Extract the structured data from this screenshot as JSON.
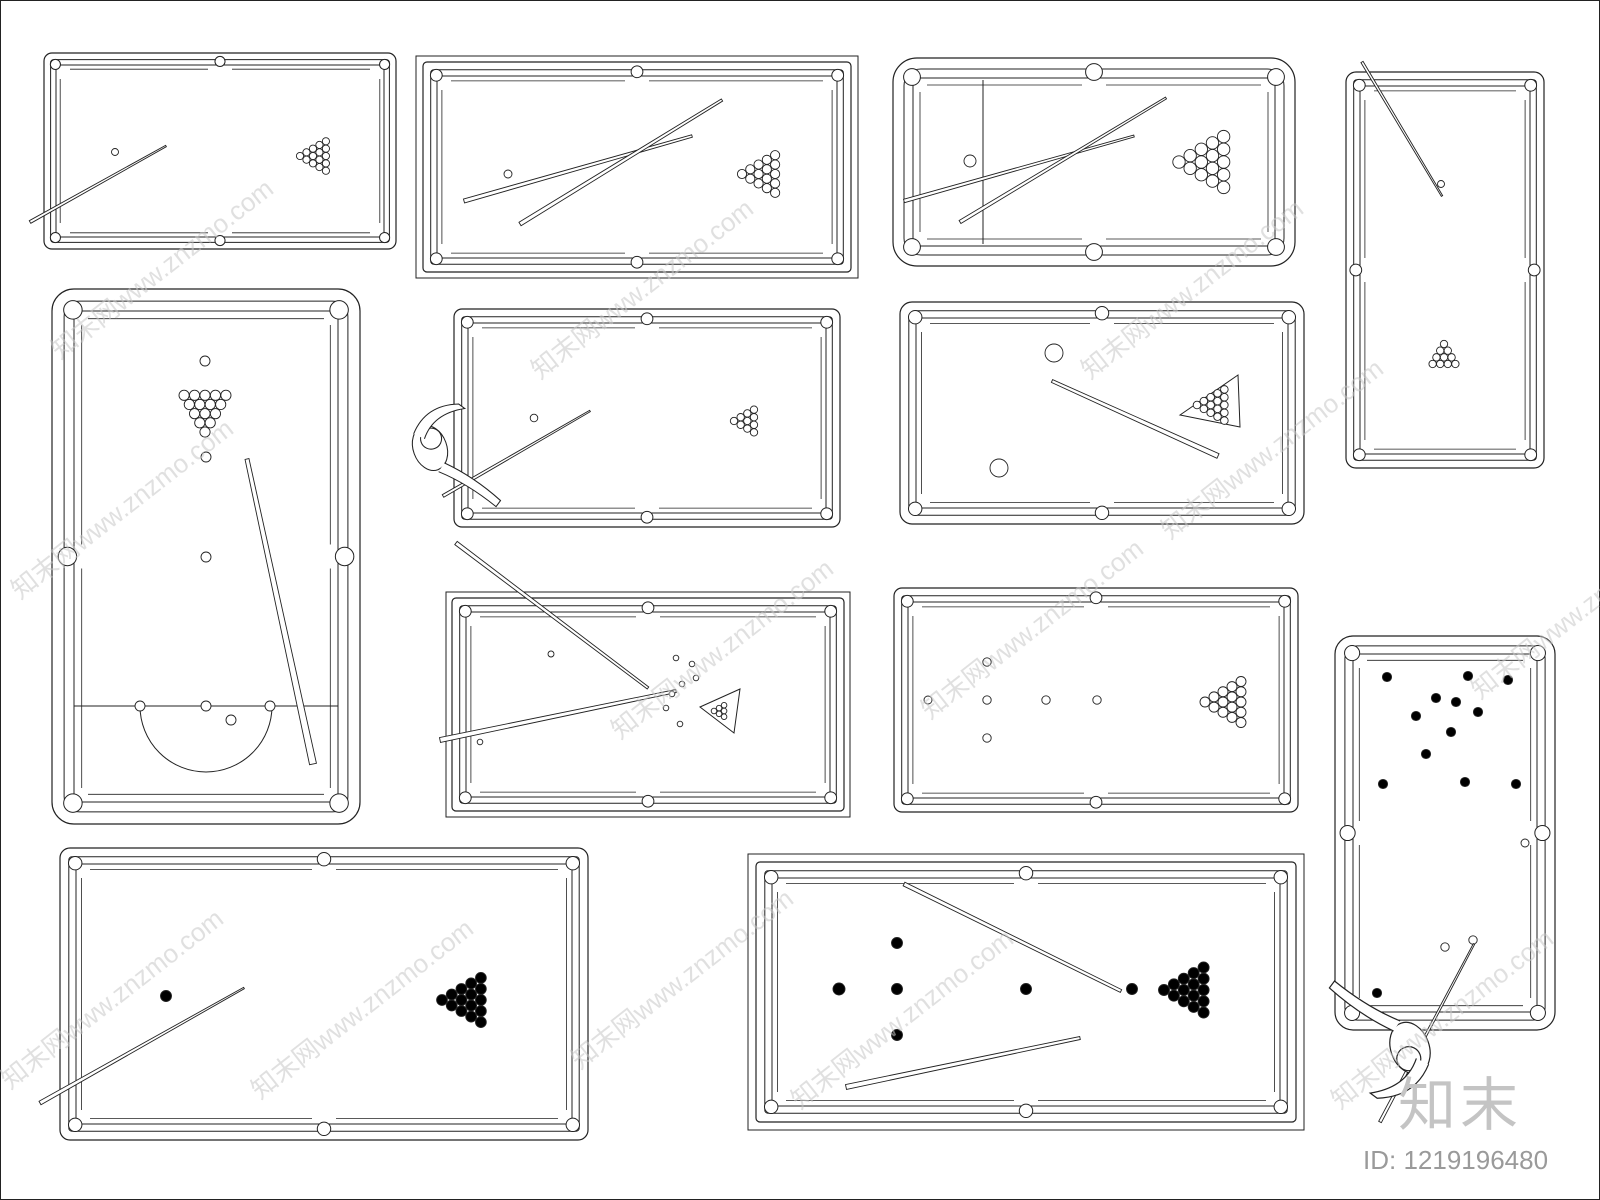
{
  "watermark": {
    "site_text": "知末网www.znzmo.com",
    "brand_mark": "知末",
    "id_text": "ID: 1219196480"
  },
  "colors": {
    "line": "#222222",
    "watermark": "#c8c8c8",
    "id_text": "#9a9a9a",
    "background": "#ffffff"
  },
  "tables": [
    {
      "id": "table-1",
      "style": "pool",
      "orientation": "horizontal",
      "ball_rack": "15-ball triangle",
      "cues": 1,
      "cue_ball": true
    },
    {
      "id": "table-2",
      "style": "pool",
      "orientation": "horizontal",
      "ball_rack": "15-ball triangle",
      "cues": 2,
      "cue_ball": true
    },
    {
      "id": "table-3",
      "style": "pool-rounded",
      "orientation": "horizontal",
      "ball_rack": "15-ball triangle",
      "cues": 2,
      "cue_ball": true
    },
    {
      "id": "table-4",
      "style": "pool",
      "orientation": "vertical",
      "ball_rack": "10-ball triangle",
      "cues": 1,
      "cue_ball": true
    },
    {
      "id": "table-5",
      "style": "snooker",
      "orientation": "vertical",
      "ball_rack": "15-ball triangle",
      "cues": 1,
      "cue_ball": true
    },
    {
      "id": "table-6",
      "style": "pool",
      "orientation": "horizontal",
      "ball_rack": "10-ball triangle",
      "cues": 1,
      "cue_ball": true,
      "player": true
    },
    {
      "id": "table-7",
      "style": "pool-rounded",
      "orientation": "horizontal",
      "ball_rack": "rack frame",
      "cues": 1,
      "cue_ball": true
    },
    {
      "id": "table-8",
      "style": "pool",
      "orientation": "horizontal",
      "ball_rack": "scattered",
      "cues": 2,
      "cue_ball": true
    },
    {
      "id": "table-9",
      "style": "pool",
      "orientation": "horizontal",
      "ball_rack": "15-ball triangle",
      "cues": 0,
      "cue_ball": true
    },
    {
      "id": "table-10",
      "style": "pool",
      "orientation": "vertical",
      "ball_rack": "scattered solid",
      "cues": 1,
      "cue_ball": true,
      "player": true
    },
    {
      "id": "table-11",
      "style": "pool",
      "orientation": "horizontal",
      "ball_rack": "15-ball solid triangle",
      "cues": 1,
      "cue_ball": true
    },
    {
      "id": "table-12",
      "style": "pool",
      "orientation": "horizontal",
      "ball_rack": "15-ball solid triangle",
      "cues": 2,
      "cue_ball": true
    }
  ]
}
